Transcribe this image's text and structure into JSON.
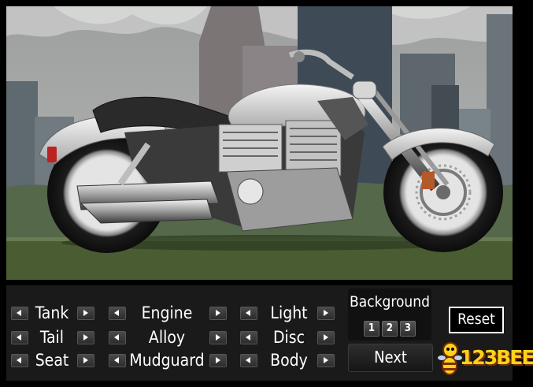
{
  "controls": {
    "col1": [
      {
        "label": "Tank",
        "name": "tank"
      },
      {
        "label": "Tail",
        "name": "tail"
      },
      {
        "label": "Seat",
        "name": "seat"
      }
    ],
    "col2": [
      {
        "label": "Engine",
        "name": "engine"
      },
      {
        "label": "Alloy",
        "name": "alloy"
      },
      {
        "label": "Mudguard",
        "name": "mudguard"
      }
    ],
    "col3": [
      {
        "label": "Light",
        "name": "light"
      },
      {
        "label": "Disc",
        "name": "disc"
      },
      {
        "label": "Body",
        "name": "body"
      }
    ]
  },
  "background": {
    "title": "Background",
    "options": [
      "1",
      "2",
      "3"
    ]
  },
  "next_label": "Next",
  "reset_label": "Reset",
  "logo_text": "123BEE",
  "colors": {
    "sky": "#a8aaa8",
    "ground": "#4a5d32",
    "bike_silver": "#d9d9d9",
    "panel": "#1a1a1a",
    "logo": "#ffd21a"
  }
}
